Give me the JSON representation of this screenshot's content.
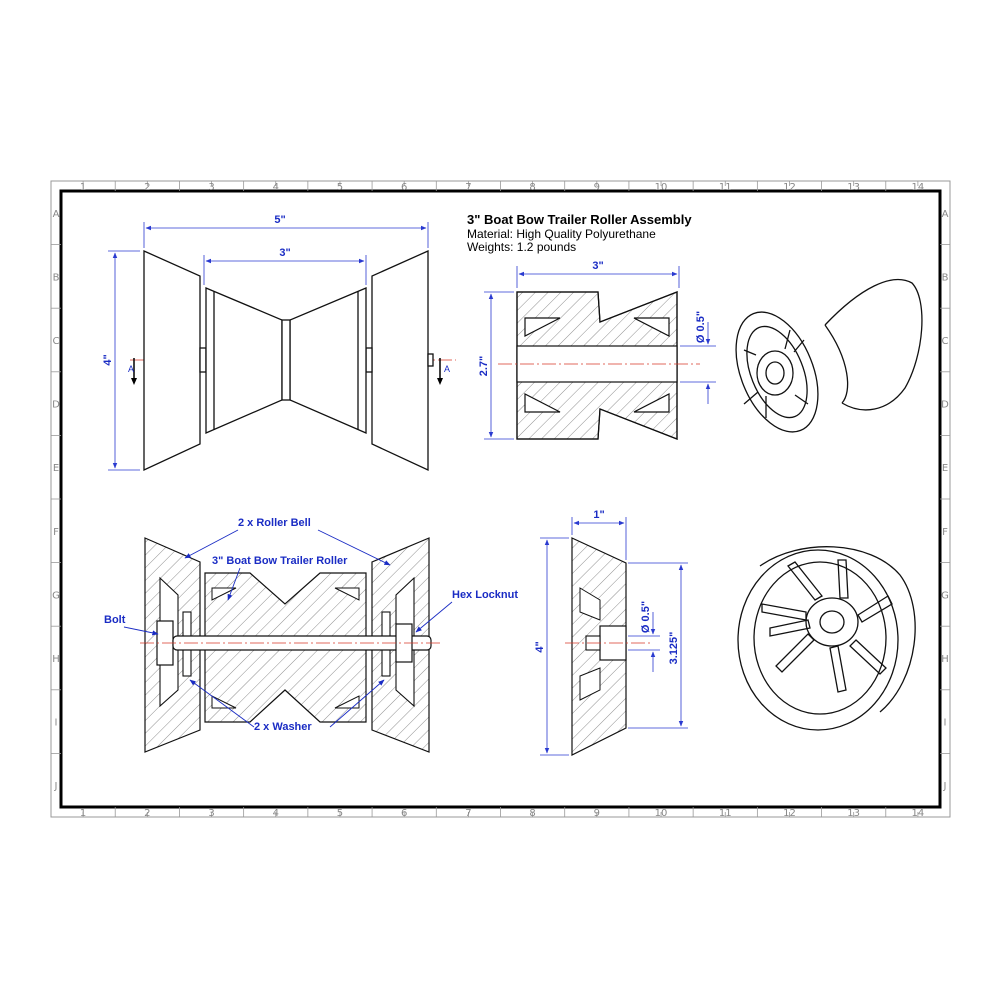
{
  "title_block": {
    "title": "3\" Boat Bow Trailer Roller Assembly",
    "material": "Material: High Quality Polyurethane",
    "weight": "Weights: 1.2 pounds"
  },
  "zones": {
    "columns": [
      "1",
      "2",
      "3",
      "4",
      "5",
      "6",
      "7",
      "8",
      "9",
      "10",
      "11",
      "12",
      "13",
      "14"
    ],
    "rows": [
      "A",
      "B",
      "C",
      "D",
      "E",
      "F",
      "G",
      "H",
      "I",
      "J"
    ]
  },
  "front_view": {
    "overall_width": "5\"",
    "roller_width": "3\"",
    "height": "4\"",
    "section_mark": "A"
  },
  "roller_section": {
    "width": "3\"",
    "height": "2.7\"",
    "bore": "Ø 0.5\""
  },
  "bell_section": {
    "width": "1\"",
    "height": "4\"",
    "bore": "Ø 0.5\"",
    "flange": "3.125\""
  },
  "assembly_callouts": {
    "bell": "2 x Roller Bell",
    "roller": "3\" Boat Bow Trailer Roller",
    "locknut": "Hex Locknut",
    "bolt": "Bolt",
    "washer": "2 x Washer"
  },
  "colors": {
    "dimension": "#1a2cc4",
    "centerline": "#d83a2a",
    "outline": "#111111"
  }
}
